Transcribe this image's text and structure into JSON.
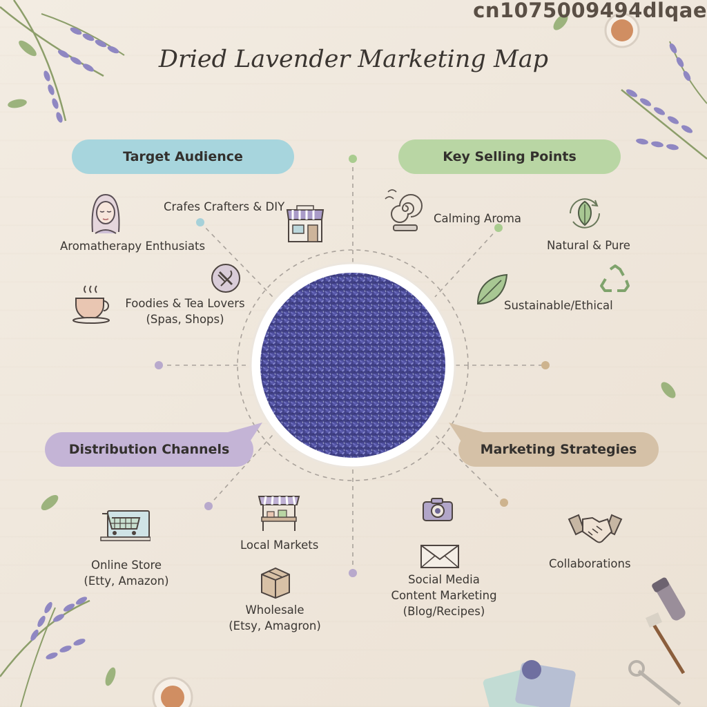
{
  "watermark": "cn1075009494dlqae",
  "title": "Dried Lavender Marketing Map",
  "colors": {
    "target_audience": "#a7d5dd",
    "key_selling_points": "#b9d6a4",
    "distribution_channels": "#c4b4d6",
    "marketing_strategies": "#d5c1a7",
    "lavender": "#4b4c9a"
  },
  "categories": {
    "target_audience": {
      "label": "Target Audience",
      "items": {
        "crafters": {
          "label": "Crafes Crafters & DIY",
          "icon": "storefront-icon"
        },
        "aromatherapy": {
          "label": "Aromatherapy Enthusiats",
          "icon": "woman-face-icon"
        },
        "foodies": {
          "line1": "Foodies & Tea Lovers",
          "line2": "(Spas, Shops)",
          "icon": "tea-cup-icon"
        },
        "no_utensils": {
          "icon": "no-utensils-icon"
        }
      }
    },
    "key_selling_points": {
      "label": "Key Selling Points",
      "items": {
        "calming": {
          "label": "Calming Aroma",
          "icon": "diffuser-icon"
        },
        "natural": {
          "label": "Natural & Pure",
          "icon": "leaf-cycle-icon"
        },
        "sustainable": {
          "label": "Sustainable/Ethical",
          "icon": "recycle-icon"
        },
        "leaf": {
          "icon": "leaf-icon"
        }
      }
    },
    "distribution_channels": {
      "label": "Distribution Channels",
      "items": {
        "online": {
          "line1": "Online Store",
          "line2": "(Etty, Amazon)",
          "icon": "shopping-cart-icon"
        },
        "local": {
          "label": "Local Markets",
          "icon": "market-stall-icon"
        },
        "wholesale": {
          "line1": "Wholesale",
          "line2": "(Etsy, Amagron)",
          "icon": "box-icon"
        }
      }
    },
    "marketing_strategies": {
      "label": "Marketing Strategies",
      "items": {
        "social": {
          "line1": "Social Media",
          "line2": "Content Marketing",
          "line3": "(Blog/Recipes)",
          "icon": "envelope-icon"
        },
        "camera": {
          "icon": "camera-icon"
        },
        "collaborations": {
          "label": "Collaborations",
          "icon": "handshake-icon"
        }
      }
    }
  }
}
